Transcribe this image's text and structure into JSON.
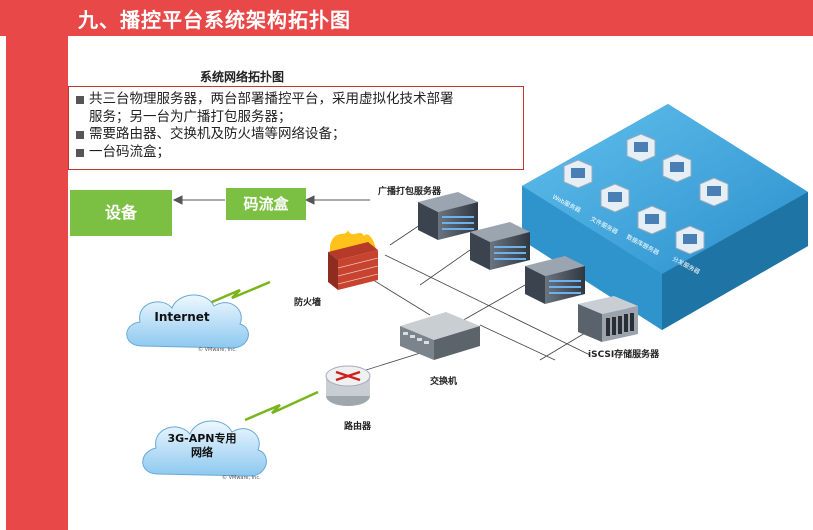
{
  "header": {
    "title": "九、播控平台系统架构拓扑图"
  },
  "diagram_title": "系统网络拓扑图",
  "bullets": [
    {
      "text": "共三台物理服务器，两台部署播控平台，采用虚拟化技术部署",
      "cont": "服务；另一台为广播打包服务器；"
    },
    {
      "text": "需要路由器、交换机及防火墙等网络设备；",
      "cont": ""
    },
    {
      "text": "一台码流盒；",
      "cont": ""
    }
  ],
  "boxes": {
    "device": "设备",
    "stream_box": "码流盒"
  },
  "labels": {
    "broadcast_server": "广播打包服务器",
    "firewall": "防火墙",
    "switch": "交换机",
    "router": "路由器",
    "iscsi": "iSCSI存储服务器",
    "internet": "Internet",
    "apn": "3G-APN专用网络",
    "vmware1": "© VMware, Inc.",
    "vmware2": "© VMware, Inc."
  },
  "vm_labels": [
    "Web服务器",
    "文件服务器",
    "数据库服务器",
    "分发服务器"
  ],
  "colors": {
    "accent_red": "#e84848",
    "green": "#7bc043",
    "platform_blue": "#3a9bd5"
  }
}
